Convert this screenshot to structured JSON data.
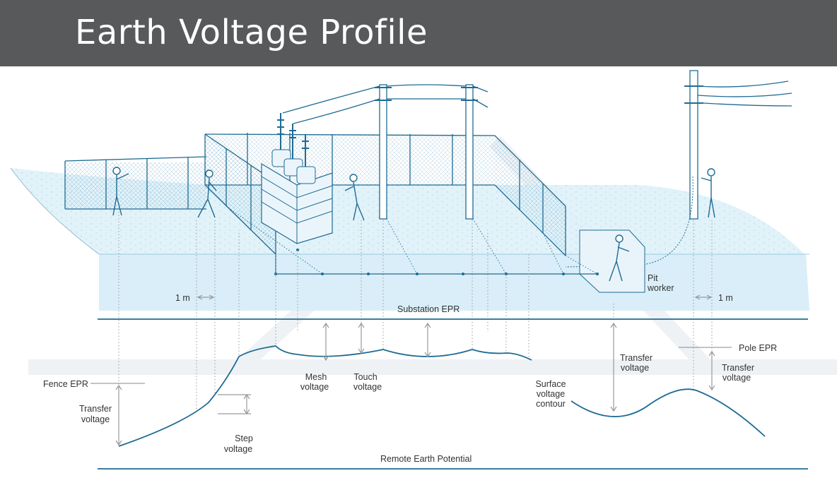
{
  "title": "Earth Voltage Profile",
  "labels": {
    "one_m_left": "1 m",
    "one_m_right": "1 m",
    "substation_epr": "Substation EPR",
    "fence_epr": "Fence EPR",
    "transfer_voltage_left_1": "Transfer",
    "transfer_voltage_left_2": "voltage",
    "step_voltage_1": "Step",
    "step_voltage_2": "voltage",
    "mesh_voltage_1": "Mesh",
    "mesh_voltage_2": "voltage",
    "touch_voltage_1": "Touch",
    "touch_voltage_2": "voltage",
    "surface_contour_1": "Surface",
    "surface_contour_2": "voltage",
    "surface_contour_3": "contour",
    "transfer_voltage_mid_1": "Transfer",
    "transfer_voltage_mid_2": "voltage",
    "pole_epr": "Pole EPR",
    "transfer_voltage_right_1": "Transfer",
    "transfer_voltage_right_2": "voltage",
    "pit_worker_1": "Pit",
    "pit_worker_2": "worker",
    "remote_earth": "Remote Earth Potential"
  },
  "colors": {
    "header_bg": "#58595b",
    "line_blue": "#1f6b93",
    "ground_fill": "#d6eef8",
    "annotation_gray": "#9a9a9a"
  }
}
